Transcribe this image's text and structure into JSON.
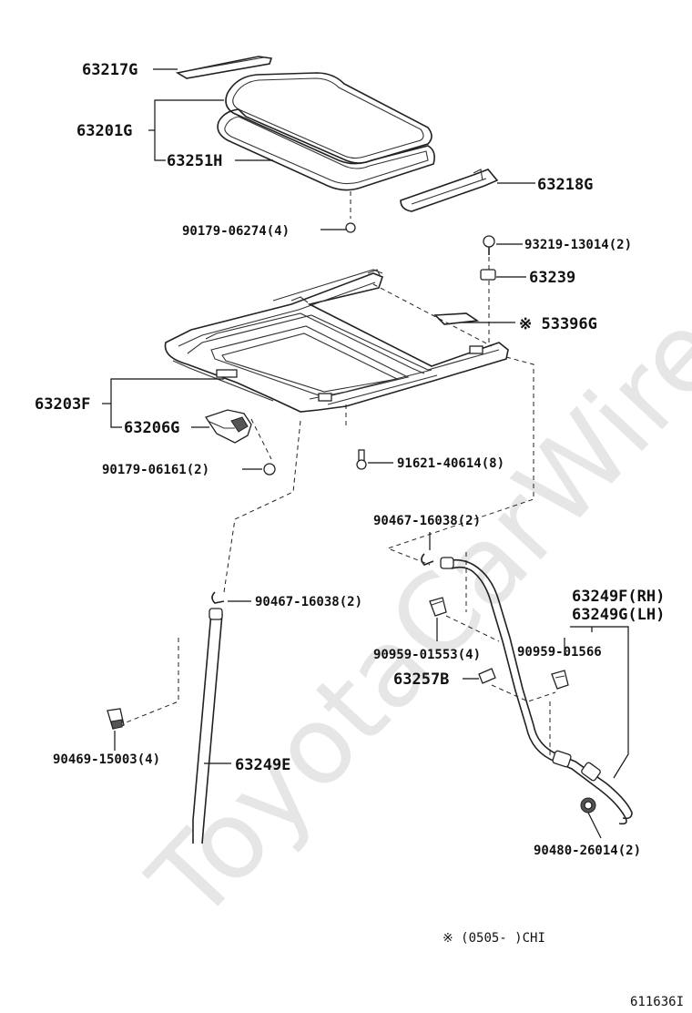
{
  "watermark": "ToyotaCarWire.ru",
  "footnote": "※ (0505-     )CHI",
  "diagram_id": "611636I",
  "labels": {
    "p63217G": "63217G",
    "p63201G": "63201G",
    "p63251H": "63251H",
    "p63218G": "63218G",
    "p90179_06274": "90179-06274(4)",
    "p93219_13014": "93219-13014(2)",
    "p63239": "63239",
    "p53396G": "※ 53396G",
    "p63203F": "63203F",
    "p63206G": "63206G",
    "p90179_06161": "90179-06161(2)",
    "p91621_40614": "91621-40614(8)",
    "p90467_16038_a": "90467-16038(2)",
    "p90467_16038_b": "90467-16038(2)",
    "p63249F": "63249F(RH)",
    "p63249G": "63249G(LH)",
    "p90959_01566": "90959-01566",
    "p90959_01553": "90959-01553(4)",
    "p63257B": "63257B",
    "p90469_15003": "90469-15003(4)",
    "p63249E": "63249E",
    "p90480_26014": "90480-26014(2)"
  }
}
